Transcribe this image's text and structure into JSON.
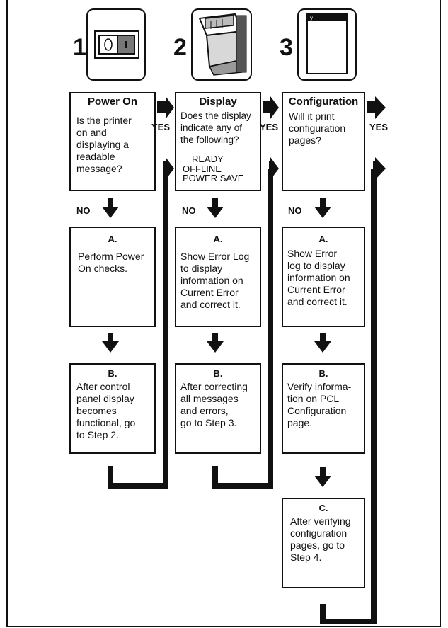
{
  "steps": [
    {
      "number": "1",
      "icon": "power-switch-icon",
      "title": "Power On",
      "question": [
        "Is the printer",
        "on and",
        "displaying a",
        "readable",
        "message?"
      ],
      "yes": "YES",
      "no": "NO",
      "actions": [
        {
          "label": "A.",
          "text": [
            "Perform Power",
            "On checks."
          ]
        },
        {
          "label": "B.",
          "text": [
            "After control",
            "panel display",
            "becomes",
            "functional, go",
            "to Step 2."
          ]
        }
      ]
    },
    {
      "number": "2",
      "icon": "control-panel-display-icon",
      "title": "Display",
      "question": [
        "Does the display",
        "indicate any of",
        "the following?"
      ],
      "states": [
        "READY",
        "OFFLINE",
        "POWER SAVE"
      ],
      "yes": "YES",
      "no": "NO",
      "actions": [
        {
          "label": "A.",
          "text": [
            "Show Error Log",
            "to display",
            "information on",
            "Current Error",
            "and correct it."
          ]
        },
        {
          "label": "B.",
          "text": [
            "After correcting",
            "all messages",
            "and errors,",
            "go to Step 3."
          ]
        }
      ]
    },
    {
      "number": "3",
      "icon": "configuration-page-icon",
      "title": "Configuration",
      "question": [
        "Will it print",
        "configuration",
        "pages?"
      ],
      "yes": "YES",
      "no": "NO",
      "actions": [
        {
          "label": "A.",
          "text": [
            "Show Error",
            "log to display",
            "information on",
            "Current Error",
            "and correct it."
          ]
        },
        {
          "label": "B.",
          "text": [
            "Verify informa-",
            "tion on PCL",
            "Configuration",
            "page."
          ]
        },
        {
          "label": "C.",
          "text": [
            "After verifying",
            "configuration",
            "pages, go to",
            "Step 4."
          ]
        }
      ]
    }
  ]
}
